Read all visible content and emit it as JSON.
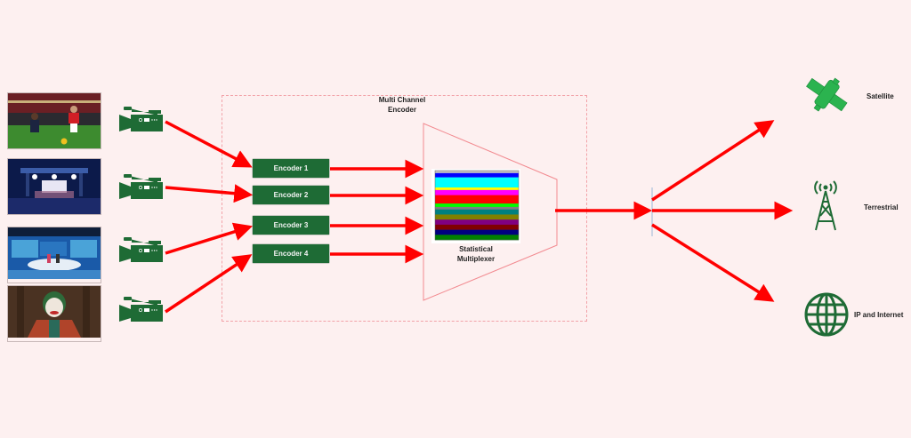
{
  "diagram": {
    "title": "Multi Channel Encoder",
    "sources": [
      {
        "name": "football-match",
        "description": "Football match photo"
      },
      {
        "name": "concert",
        "description": "Concert stage photo"
      },
      {
        "name": "news-studio",
        "description": "TV news studio photo"
      },
      {
        "name": "movie",
        "description": "Joker movie still"
      }
    ],
    "encoders": [
      {
        "label": "Encoder 1"
      },
      {
        "label": "Encoder 2"
      },
      {
        "label": "Encoder 3"
      },
      {
        "label": "Encoder 4"
      }
    ],
    "multiplexer": {
      "label_line1": "Statistical",
      "label_line2": "Multiplexer",
      "bands_top_to_bottom": [
        "#c0c0c0",
        "#0000ff",
        "#00ffff",
        "#ffff00",
        "#ff00ff",
        "#ff0000",
        "#00ff00",
        "#808080",
        "#008080",
        "#808000",
        "#800080",
        "#800000",
        "#000080",
        "#008000"
      ]
    },
    "encoder_frame_label_line1": "Multi Channel",
    "encoder_frame_label_line2": "Encoder",
    "outputs": [
      {
        "label": "Satellite",
        "icon": "satellite-icon"
      },
      {
        "label": "Terrestrial",
        "icon": "antenna-tower-icon"
      },
      {
        "label": "IP and Internet",
        "icon": "globe-icon"
      }
    ],
    "colors": {
      "background": "#fdf0f0",
      "arrow": "#ff0000",
      "icon_green": "#1e6b35",
      "encoder_box": "#1e6b35",
      "frame_border": "#f2a2a8"
    }
  }
}
